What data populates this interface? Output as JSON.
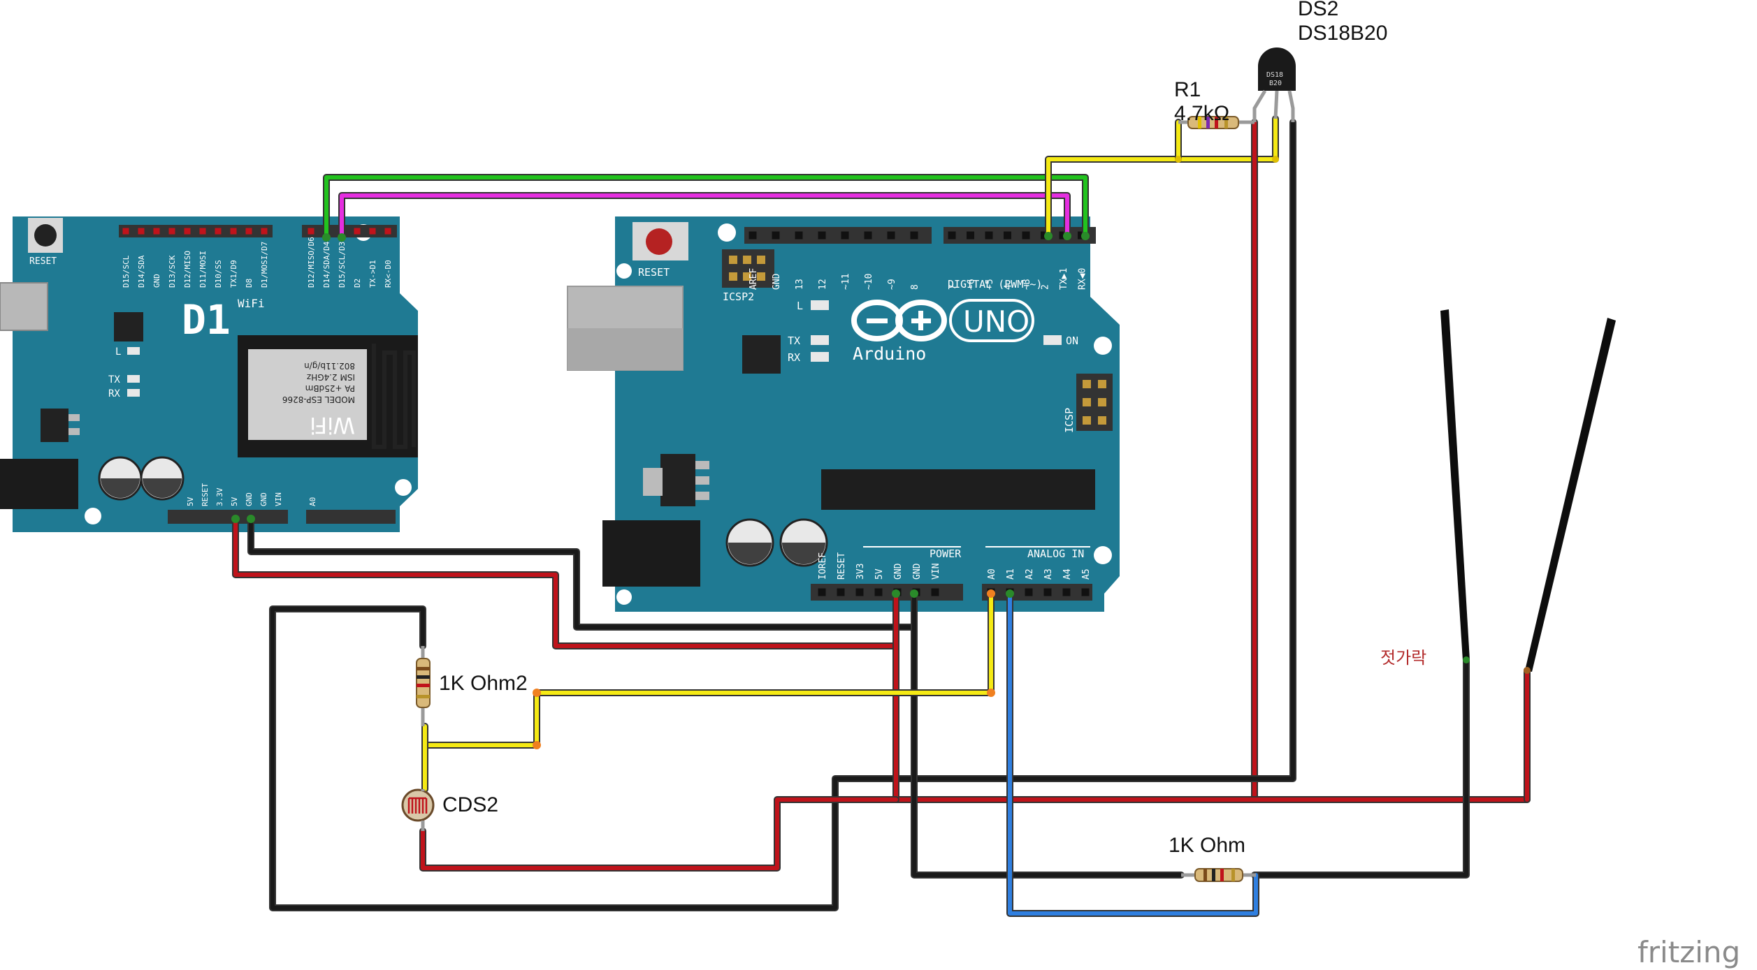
{
  "colors": {
    "board": "#1f7a93",
    "board_dark": "#16607a",
    "red": "#c0131b",
    "black": "#1a1a1a",
    "yellow": "#f5ea14",
    "green": "#22c31e",
    "magenta": "#e52ee0",
    "blue": "#2f7fe0",
    "korean_label": "#b32a2a"
  },
  "d1_board": {
    "wifi_label": "WiFi",
    "logo": "D1",
    "reset_label": "RESET",
    "top_pin_labels": [
      "D15/SCL",
      "D14/SDA",
      "GND",
      "D13/SCK",
      "D12/MISO",
      "D11/MOSI",
      "D10/SS",
      "TX1/D9",
      "D8",
      "D1/MOSI/D7",
      "D12/MISO/D6",
      "D14/SDA/D4",
      "D15/SCL/D3",
      "D2",
      "TX->D1",
      "RX<-D0"
    ],
    "bottom_pin_labels": [
      "5V",
      "RESET",
      "3.3V",
      "5V",
      "GND",
      "GND",
      "VIN",
      "A0"
    ],
    "led_labels": [
      "L",
      "TX",
      "RX"
    ],
    "module_text": [
      "802.11b/g/n",
      "ISM 2.4GHz",
      "PA +25dBm",
      "MODEL ESP-8266",
      "WiFi"
    ]
  },
  "uno_board": {
    "reset_label": "RESET",
    "icsp2_label": "ICSP2",
    "icsp_label": "ICSP",
    "brand": "Arduino",
    "model": "UNO",
    "digital_label": "DIGITAL (PWM=~)",
    "digital_pins": [
      "AREF",
      "GND",
      "13",
      "12",
      "~11",
      "~10",
      "~9",
      "8",
      "7",
      "~6",
      "~5",
      "4",
      "~3",
      "2",
      "TX▶1",
      "RX◀0"
    ],
    "power_label": "POWER",
    "power_pins": [
      "IOREF",
      "RESET",
      "3V3",
      "5V",
      "GND",
      "GND",
      "VIN"
    ],
    "analog_label": "ANALOG IN",
    "analog_pins": [
      "A0",
      "A1",
      "A2",
      "A3",
      "A4",
      "A5"
    ],
    "led_labels": [
      "L",
      "TX",
      "RX",
      "ON"
    ]
  },
  "components": {
    "ds2_ref": "DS2",
    "ds2_part": "DS18B20",
    "ds2_chip_text": "DS18\nB20",
    "r1_ref": "R1",
    "r1_value": "4.7kΩ",
    "res_1k2": "1K Ohm2",
    "cds2": "CDS2",
    "res_1k": "1K Ohm",
    "chopsticks": "젓가락"
  },
  "brand": "fritzing"
}
